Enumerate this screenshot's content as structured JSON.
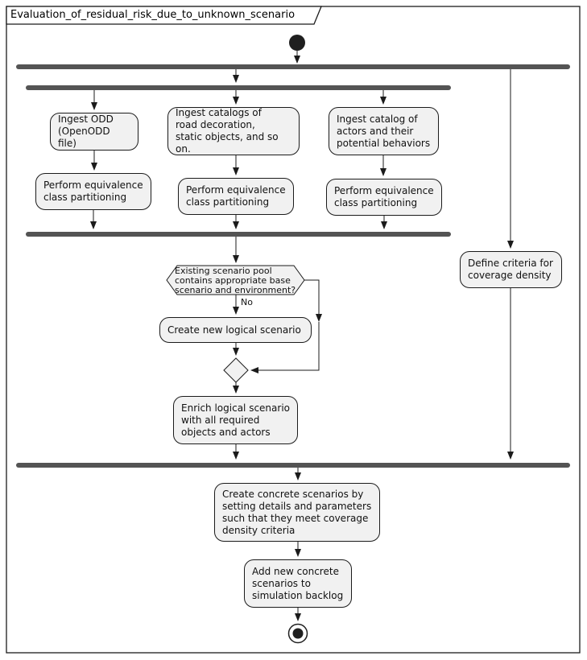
{
  "diagram": {
    "title": "Evaluation_of_residual_risk_due_to_unknown_scenario",
    "nodes": {
      "ingest_odd": "Ingest ODD\n(OpenODD file)",
      "ingest_catalogs": "Ingest catalogs of\nroad decoration,\nstatic objects, and so on.",
      "ingest_actors": "Ingest catalog of\nactors and their\npotential behaviors",
      "perform_ecp_1": "Perform equivalence\nclass partitioning",
      "perform_ecp_2": "Perform equivalence\nclass partitioning",
      "perform_ecp_3": "Perform equivalence\nclass partitioning",
      "decision_question": "Existing scenario pool\ncontains appropriate base\nscenario and environment?",
      "decision_no_label": "No",
      "create_logical": "Create new logical scenario",
      "enrich_logical": "Enrich logical scenario\nwith all required\nobjects and actors",
      "define_criteria": "Define criteria for\ncoverage density",
      "create_concrete": "Create concrete scenarios by\nsetting details and parameters\nsuch that they meet coverage\ndensity criteria",
      "add_backlog": "Add new concrete\nscenarios to\nsimulation backlog"
    },
    "colors": {
      "activity_fill": "#f1f1f1",
      "border": "#1b1b1b",
      "sync_bar": "#545454",
      "background": "#ffffff"
    }
  }
}
